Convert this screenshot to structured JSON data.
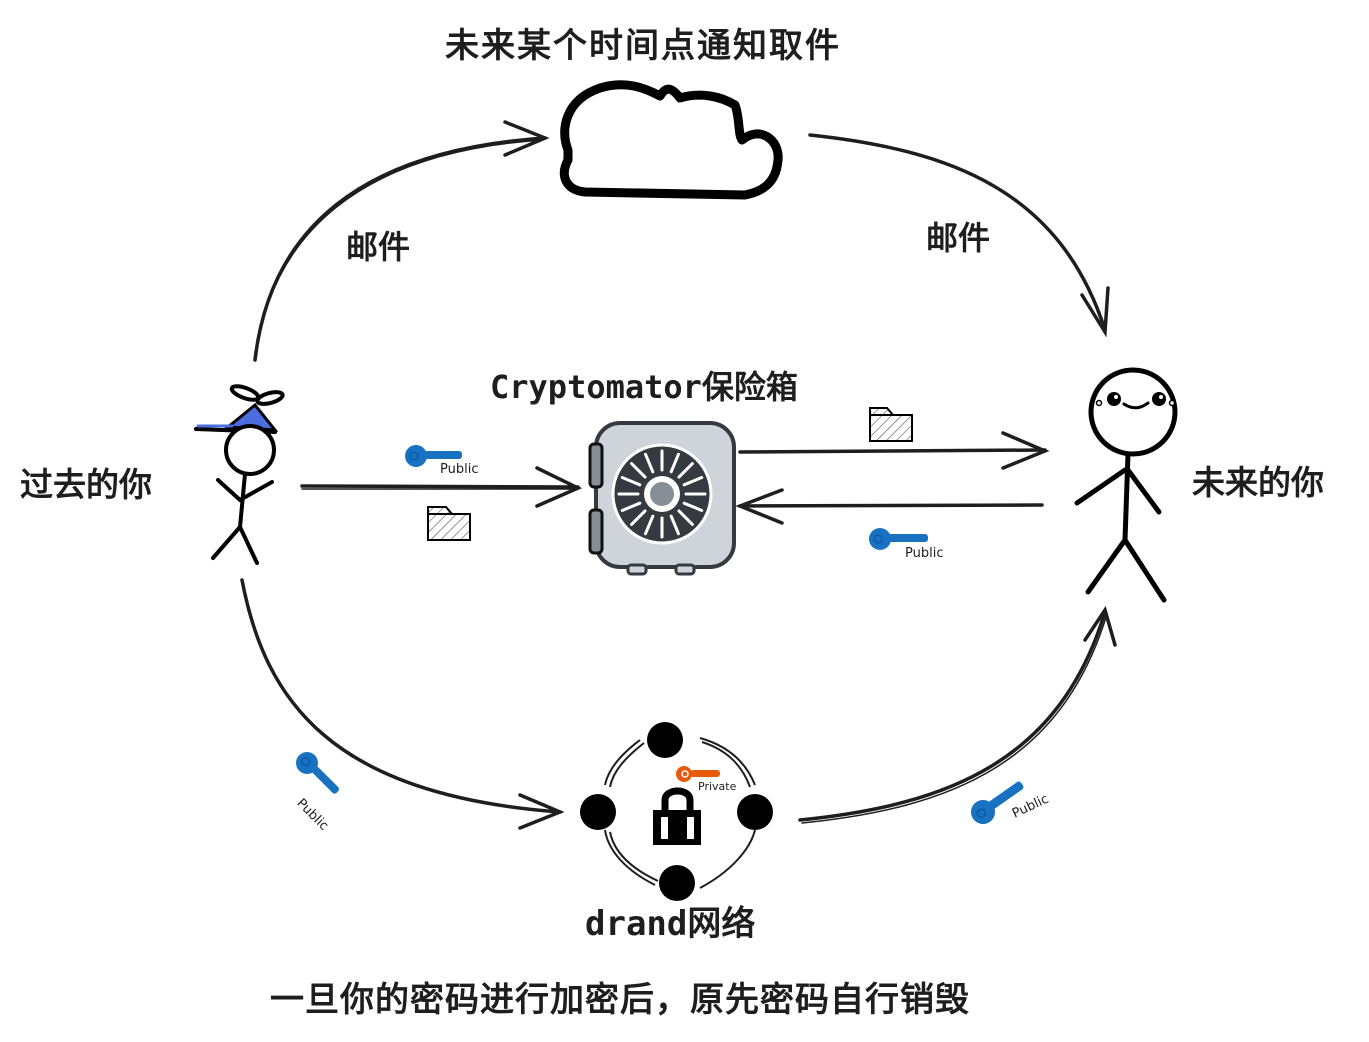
{
  "title": "未来某个时间点通知取件",
  "labels": {
    "past_you": "过去的你",
    "future_you": "未来的你",
    "mail_left": "邮件",
    "mail_right": "邮件",
    "vault": "Cryptomator保险箱",
    "drand": "drand网络",
    "footer": "一旦你的密码进行加密后，原先密码自行销毁"
  },
  "keys": {
    "public_label": "Public",
    "private_label": "Private"
  },
  "colors": {
    "stroke": "#1e1e1e",
    "public_key": "#1971c2",
    "private_key": "#e8590c",
    "cap": "#4a6ee0",
    "vault_body": "#ced4da",
    "vault_dark": "#343a40",
    "vault_hub": "#868e96"
  }
}
